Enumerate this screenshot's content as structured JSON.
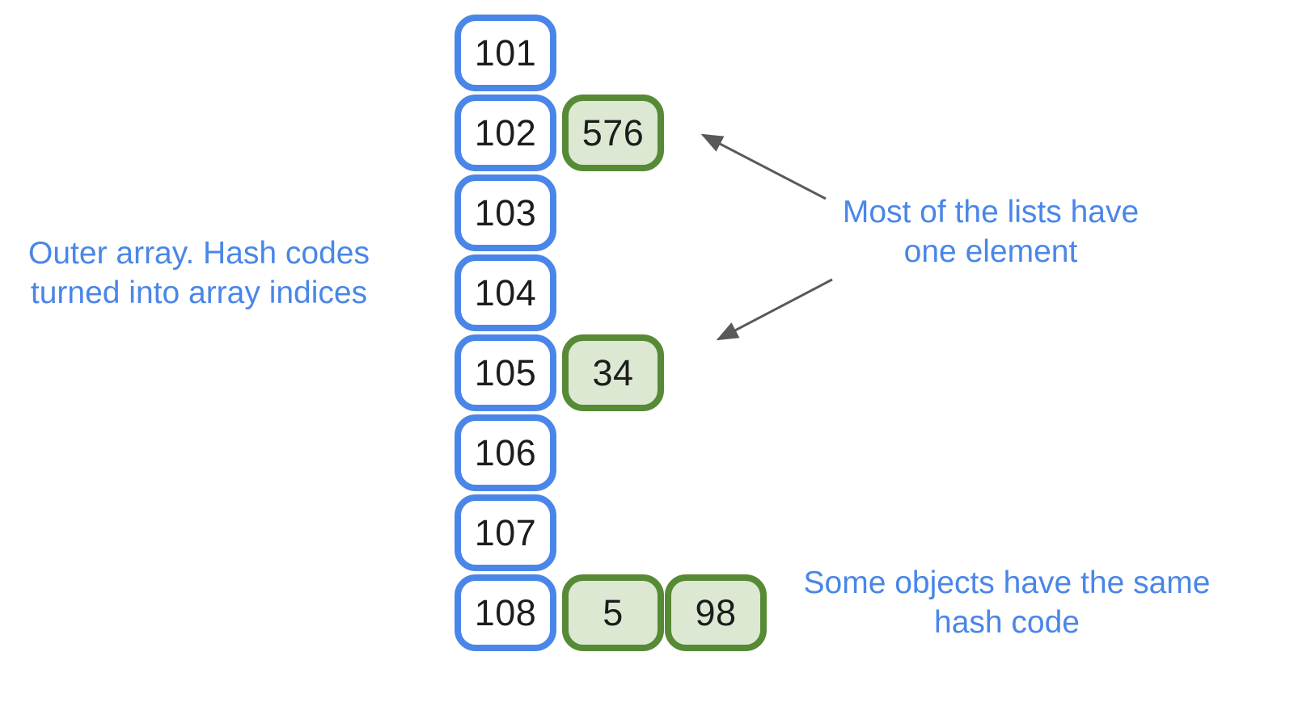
{
  "diagram": {
    "outer_array": {
      "buckets": [
        {
          "index": "101",
          "values": []
        },
        {
          "index": "102",
          "values": [
            "576"
          ]
        },
        {
          "index": "103",
          "values": []
        },
        {
          "index": "104",
          "values": []
        },
        {
          "index": "105",
          "values": [
            "34"
          ]
        },
        {
          "index": "106",
          "values": []
        },
        {
          "index": "107",
          "values": []
        },
        {
          "index": "108",
          "values": [
            "5",
            "98"
          ]
        }
      ]
    },
    "annotations": {
      "outer_array_label": {
        "line1": "Outer array. Hash codes",
        "line2": "turned into array indices"
      },
      "single_element_label": {
        "line1": "Most of the lists have",
        "line2": "one element"
      },
      "collision_label": {
        "line1": "Some objects have the same",
        "line2": "hash code"
      }
    },
    "colors": {
      "index_box_border": "#4a86e8",
      "value_box_border": "#568a35",
      "value_box_fill": "#dce8d2",
      "annotation_text": "#4a86e8",
      "number_text": "#1c1c1c",
      "arrow": "#595959"
    }
  }
}
